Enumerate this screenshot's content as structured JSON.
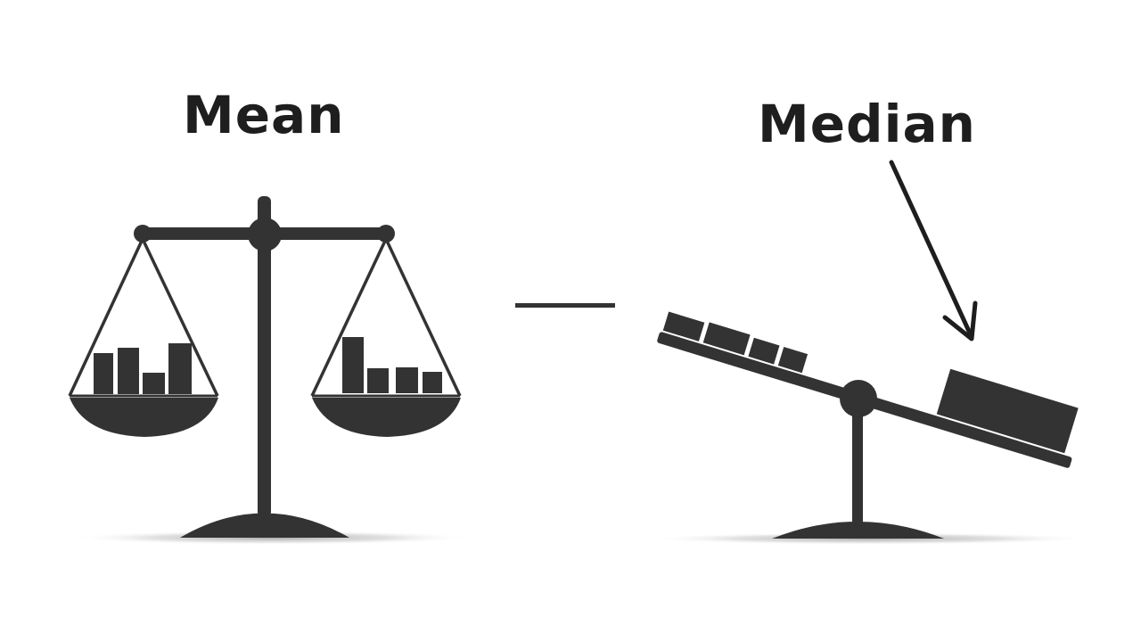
{
  "labels": {
    "mean": "Mean",
    "median": "Median"
  },
  "colors": {
    "ink": "#333333",
    "text": "#1e1e1e",
    "background": "#ffffff",
    "shadow": "#bdbdbd"
  },
  "icons": {
    "left": "balanced-scale-icon",
    "separator": "dash-icon",
    "right": "tilted-seesaw-icon",
    "pointer": "arrow-icon"
  },
  "diagram": {
    "mean_scale": {
      "left_pan_bars": [
        3,
        3.4,
        1.6,
        4
      ],
      "right_pan_bars": [
        4.4,
        1.9,
        1.9,
        1.6
      ],
      "balanced": true
    },
    "median_seesaw": {
      "left_blocks": 4,
      "right_blocks": 1,
      "tilt": "right-down",
      "arrow_target": "right-block"
    }
  }
}
